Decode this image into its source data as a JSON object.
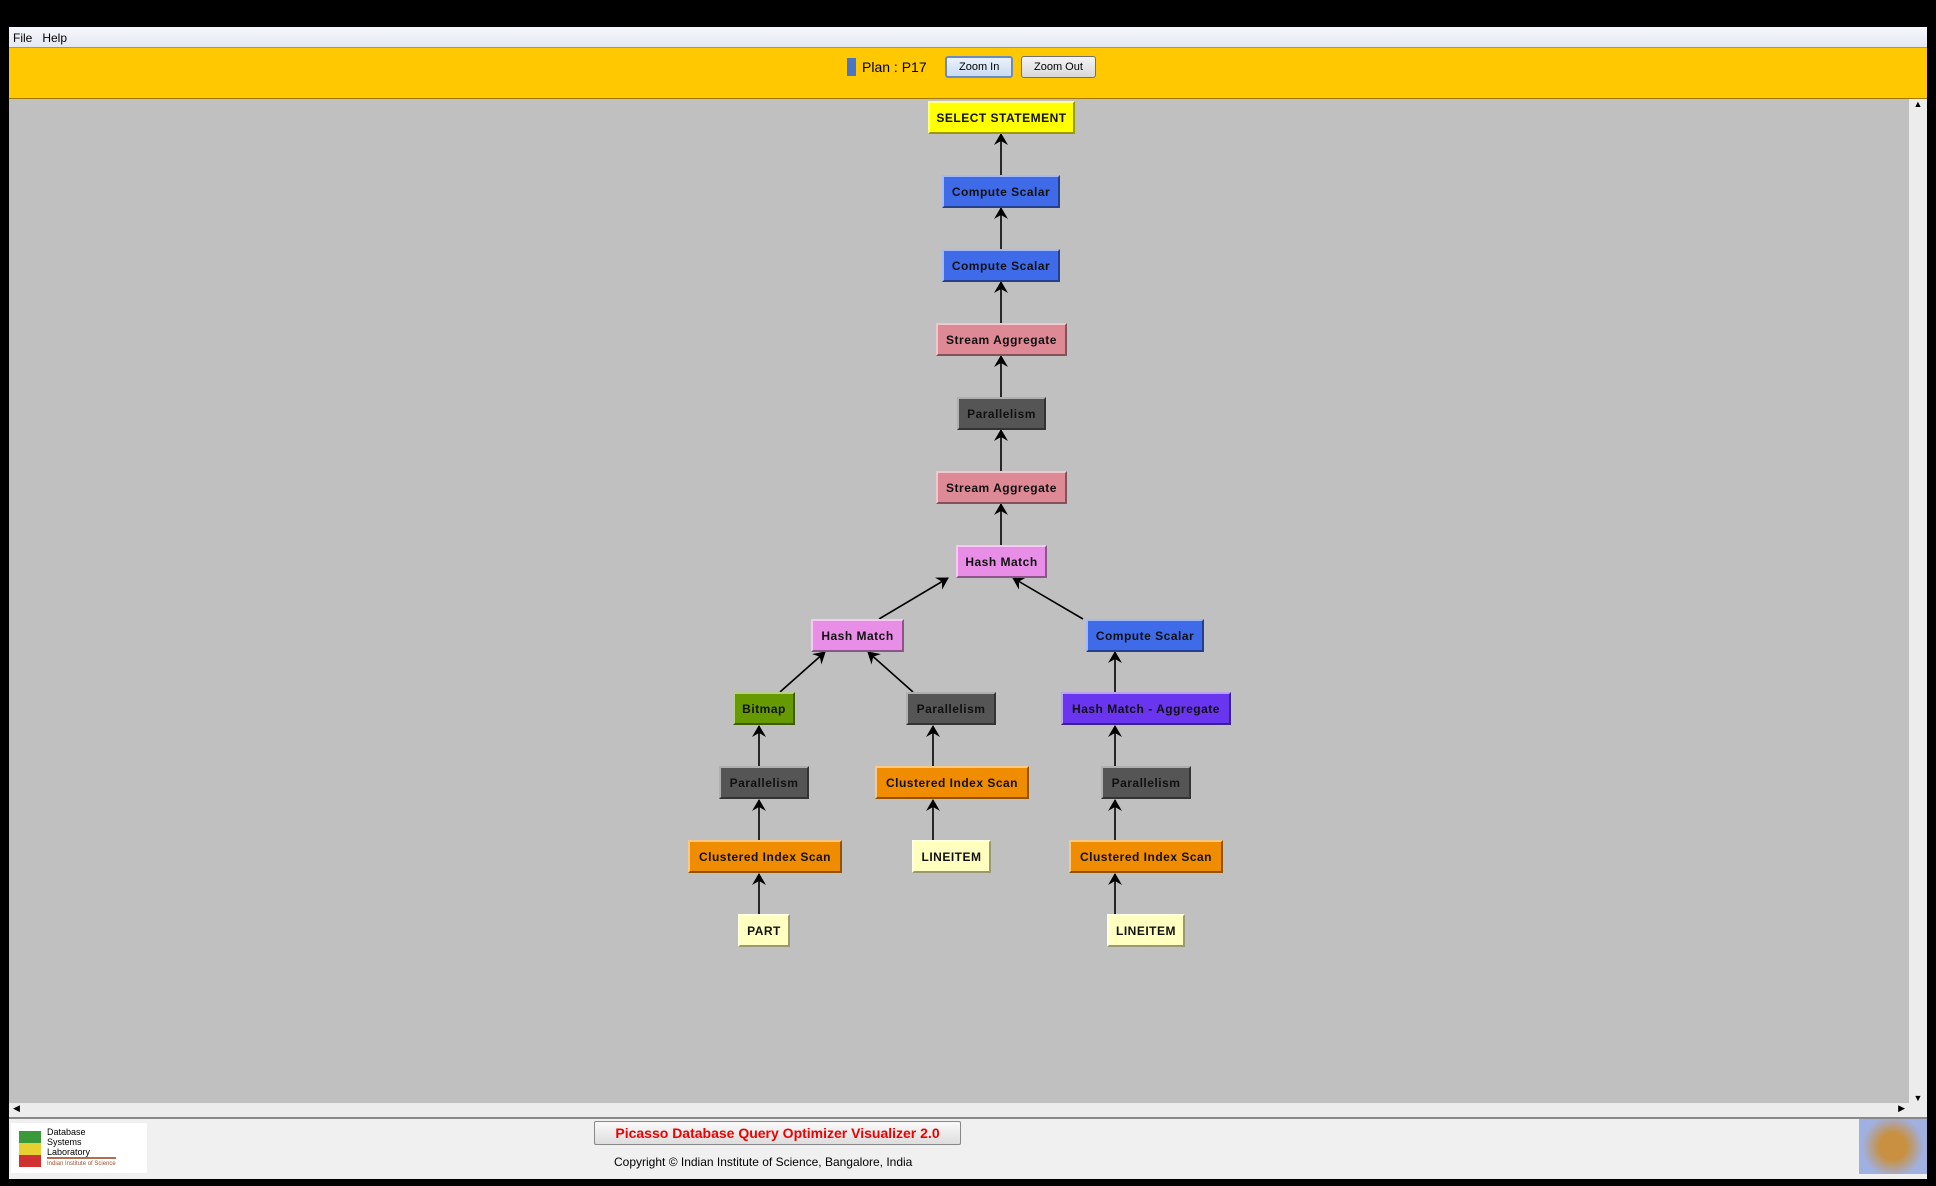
{
  "menu": [
    "File",
    "Help"
  ],
  "toolbar": {
    "plan_label": "Plan : P17",
    "zoom_in": "Zoom In",
    "zoom_out": "Zoom Out",
    "plan_color": "#4a74c8"
  },
  "nodes": [
    "SELECT STATEMENT",
    "Compute Scalar",
    "Compute Scalar",
    "Stream Aggregate",
    "Parallelism",
    "Stream Aggregate",
    "Hash Match",
    "Hash Match",
    "Compute Scalar",
    "Bitmap",
    "Parallelism",
    "Hash Match - Aggregate",
    "Parallelism",
    "Clustered Index Scan",
    "Parallelism",
    "Clustered Index Scan",
    "LINEITEM",
    "Clustered Index Scan",
    "PART",
    "LINEITEM"
  ],
  "colors": {
    "select": "#ffff00",
    "compute": "#3f6be8",
    "stream": "#dd8996",
    "parallel": "#555555",
    "hash": "#e88ee6",
    "bitmap": "#669a00",
    "hashagg": "#6a35ee",
    "scan": "#f08c00",
    "table": "#ffffc0"
  },
  "footer": {
    "title": "Picasso Database Query Optimizer Visualizer 2.0",
    "copyright": "Copyright © Indian Institute of Science, Bangalore, India",
    "logo_text": [
      "Database",
      "Systems",
      "Laboratory",
      "Indian Institute of Science"
    ]
  }
}
